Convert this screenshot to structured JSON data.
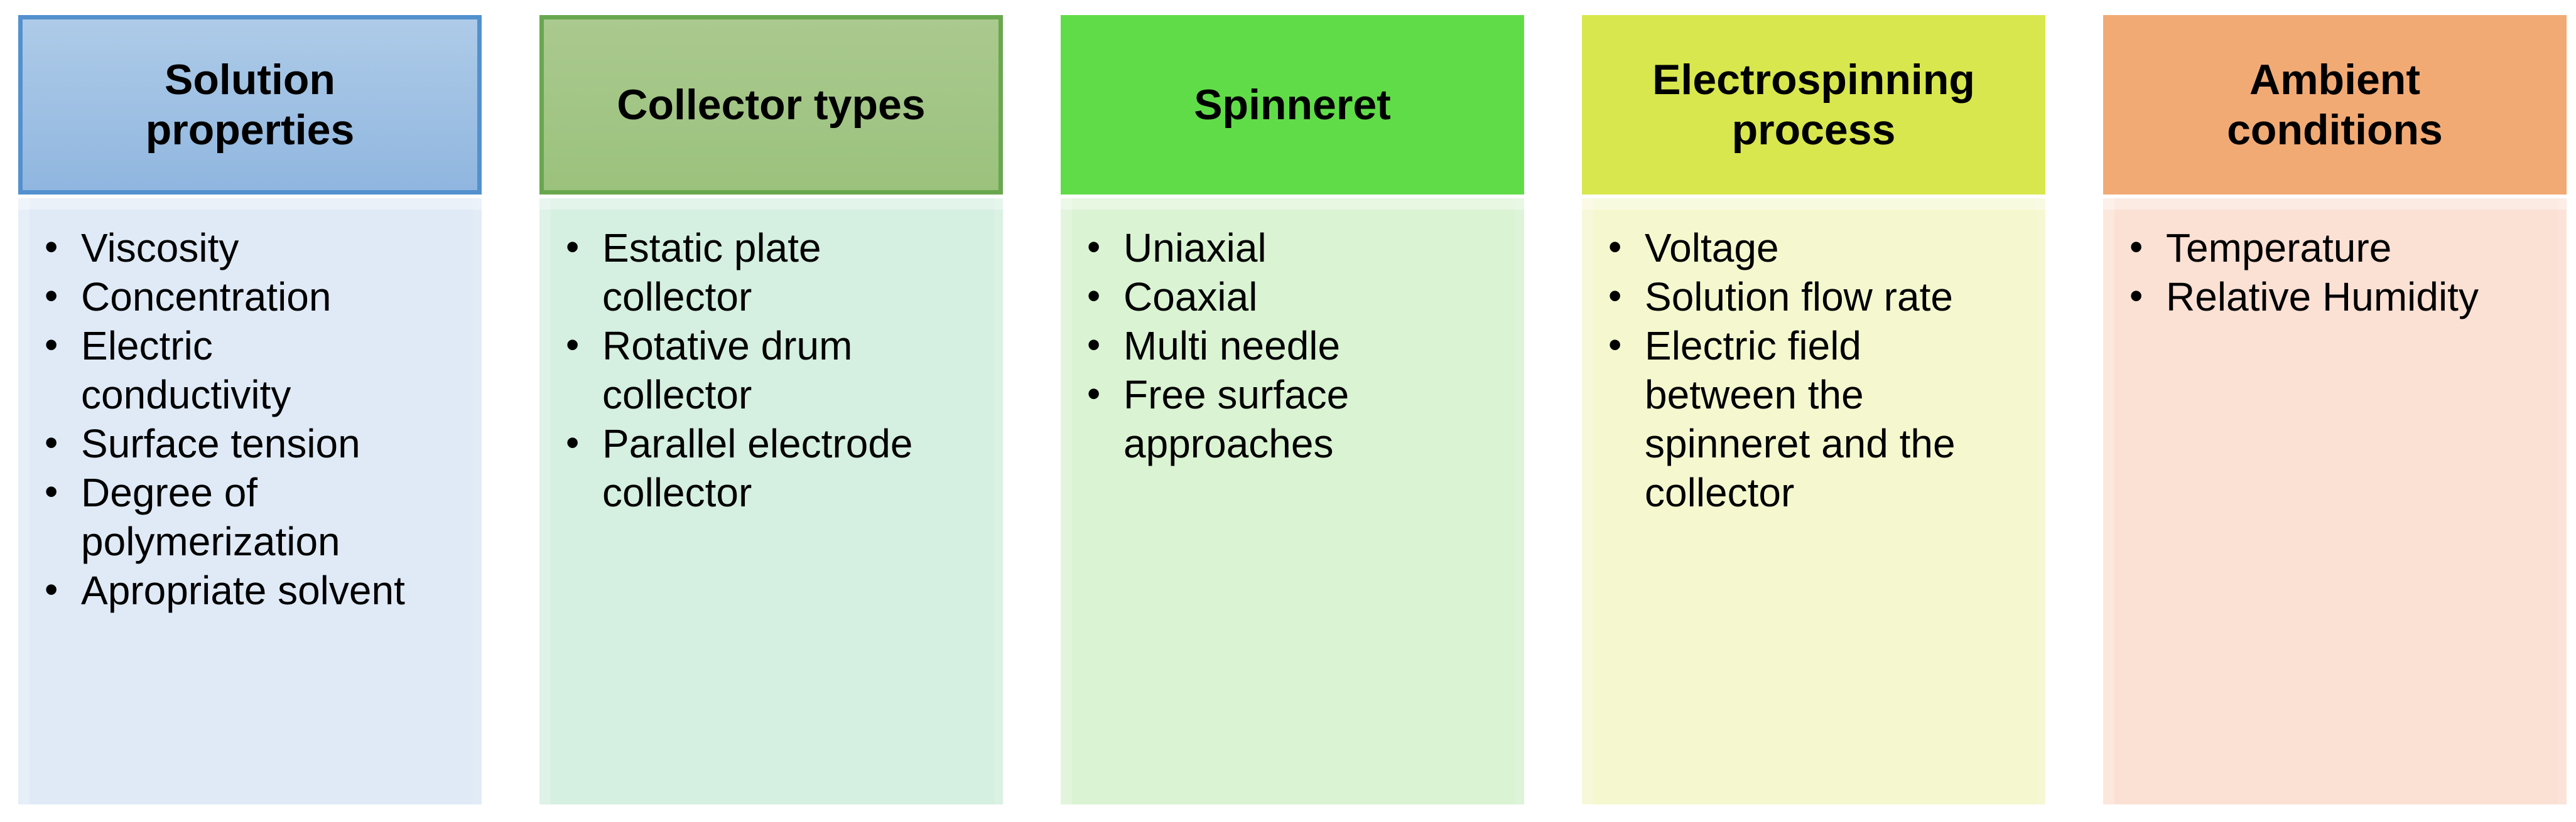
{
  "bullet_char": "•",
  "columns": [
    {
      "header": "Solution\nproperties",
      "items": [
        "Viscosity",
        "Concentration",
        "Electric conductivity",
        "Surface tension",
        "Degree of polymerization",
        "Apropriate solvent"
      ],
      "header_bg_top": "#aecbe8",
      "header_bg_bottom": "#90b6df",
      "header_border": "#5291ce",
      "body_bg": "#dfeaf6"
    },
    {
      "header": "Collector types",
      "items": [
        "Estatic plate collector",
        "Rotative drum collector",
        "Parallel electrode collector"
      ],
      "header_bg_top": "#aac98e",
      "header_bg_bottom": "#9bc27d",
      "header_border": "#69a74f",
      "body_bg": "#d5efe0"
    },
    {
      "header": "Spinneret",
      "items": [
        "Uniaxial",
        "Coaxial",
        "Multi needle",
        "Free surface approaches"
      ],
      "header_bg_top": "#61dc49",
      "header_bg_bottom": "#61dc49",
      "header_border": null,
      "body_bg": "#daf3d3"
    },
    {
      "header": "Electrospinning\nprocess",
      "items": [
        "Voltage",
        "Solution flow rate",
        "Electric field between the spinneret and the collector"
      ],
      "header_bg_top": "#d8e74d",
      "header_bg_bottom": "#d8e74d",
      "header_border": null,
      "body_bg": "#f5f7cf"
    },
    {
      "header": "Ambient\nconditions",
      "items": [
        "Temperature",
        "Relative Humidity"
      ],
      "header_bg_top": "#f2aa75",
      "header_bg_bottom": "#f2aa75",
      "header_border": null,
      "body_bg": "#fbe0d4"
    }
  ]
}
